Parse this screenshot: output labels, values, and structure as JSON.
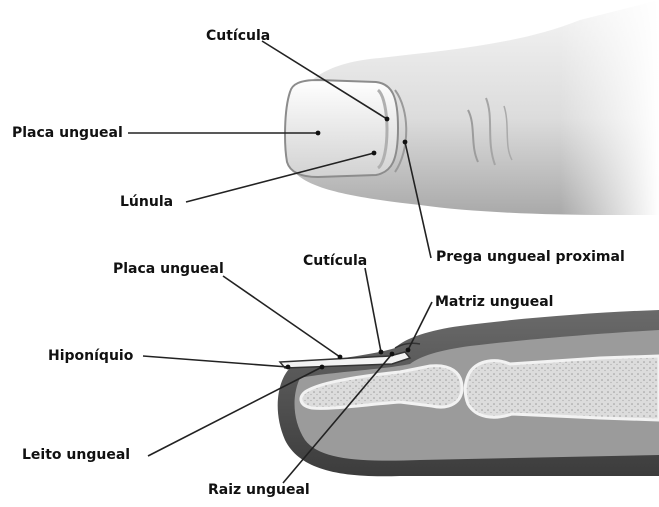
{
  "labels": {
    "cuticula_top": "Cutícula",
    "placa_ungueal_top": "Placa ungueal",
    "lunula": "Lúnula",
    "prega_ungueal_proximal": "Prega ungueal proximal",
    "placa_ungueal_section": "Placa ungueal",
    "cuticula_section": "Cutícula",
    "matriz_ungueal": "Matriz ungueal",
    "hiponiquio": "Hiponíquio",
    "leito_ungueal": "Leito ungueal",
    "raiz_ungueal": "Raiz ungueal"
  },
  "colors": {
    "label_text": "#111111",
    "leader_line": "#222222",
    "skin_light": "#e6e6e6",
    "skin_dark": "#8f8f8f",
    "section_outer": "#555555",
    "section_fill": "#9a9a9a",
    "bone": "#d8d8d8"
  }
}
